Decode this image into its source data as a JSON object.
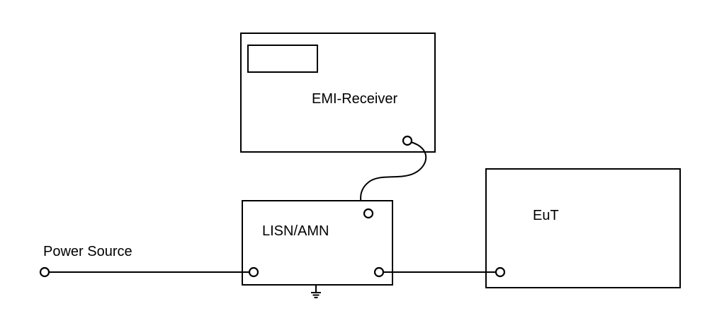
{
  "labels": {
    "emi_receiver": "EMI-Receiver",
    "lisn": "LISN/AMN",
    "eut": "EuT",
    "power_source": "Power Source"
  },
  "colors": {
    "stroke": "#000000",
    "background": "#ffffff"
  }
}
